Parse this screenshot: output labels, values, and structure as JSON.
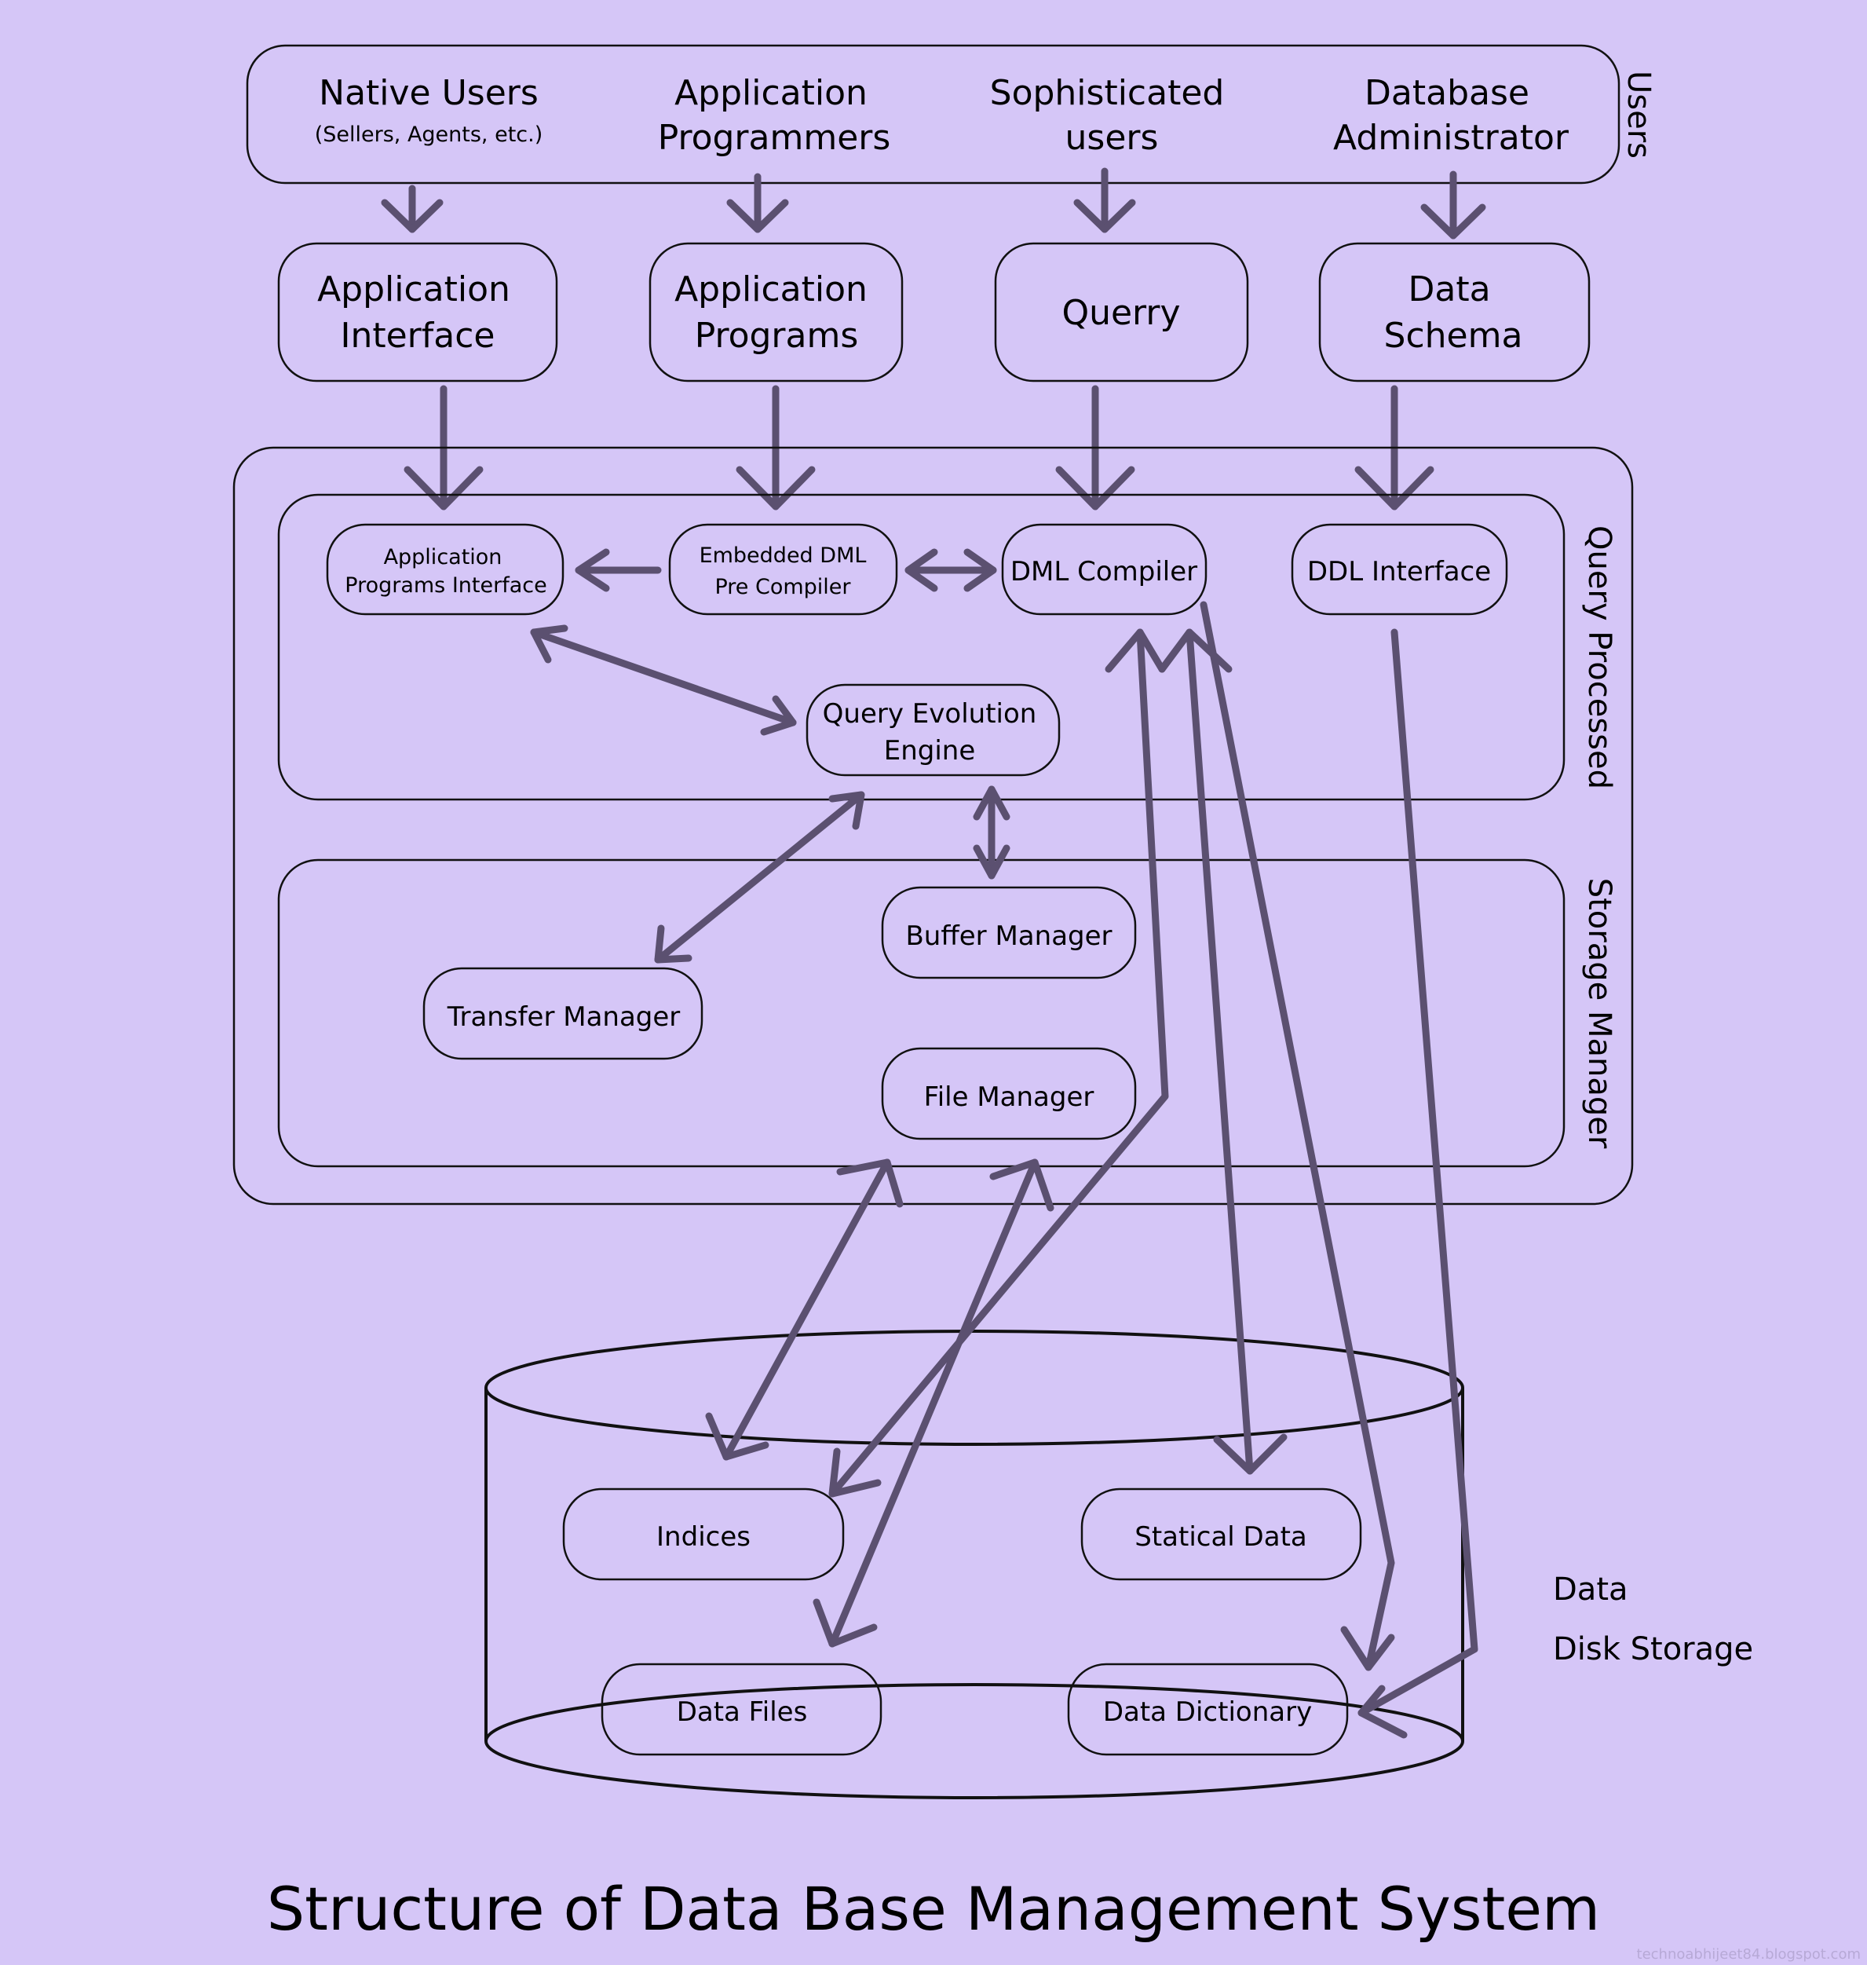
{
  "title": "Structure of Data Base Management System",
  "credit": "technoabhijeet84.blogspot.com",
  "colors": {
    "background": "#d5c6f7",
    "arrow": "#5b5070",
    "stroke": "#111111"
  },
  "users_group": {
    "label": "Users",
    "items": [
      {
        "line1": "Native Users",
        "line2": "(Sellers, Agents, etc.)"
      },
      {
        "line1": "Application",
        "line2": "Programmers"
      },
      {
        "line1": "Sophisticated",
        "line2": "users"
      },
      {
        "line1": "Database",
        "line2": "Administrator"
      }
    ]
  },
  "interfaces": [
    {
      "line1": "Application",
      "line2": "Interface"
    },
    {
      "line1": "Application",
      "line2": "Programs"
    },
    {
      "line1": "Querry",
      "line2": ""
    },
    {
      "line1": "Data",
      "line2": "Schema"
    }
  ],
  "query_processor": {
    "label": "Query Processed",
    "app_programs_interface": {
      "line1": "Application",
      "line2": "Programs Interface"
    },
    "embedded_dml": {
      "line1": "Embedded DML",
      "line2": "Pre Compiler"
    },
    "dml_compiler": "DML Compiler",
    "ddl_interface": "DDL Interface",
    "query_engine": {
      "line1": "Query Evolution",
      "line2": "Engine"
    }
  },
  "storage_manager": {
    "label": "Storage Manager",
    "buffer_manager": "Buffer Manager",
    "transfer_manager": "Transfer Manager",
    "file_manager": "File Manager"
  },
  "disk_storage": {
    "label_line1": "Data",
    "label_line2": "Disk Storage",
    "indices": "Indices",
    "statical_data": "Statical Data",
    "data_files": "Data Files",
    "data_dictionary": "Data Dictionary"
  }
}
